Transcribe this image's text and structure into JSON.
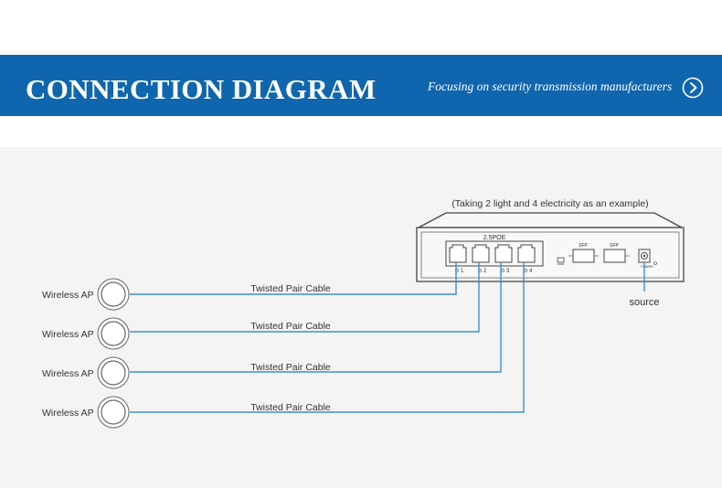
{
  "header": {
    "title": "CONNECTION DIAGRAM",
    "tagline": "Focusing on security transmission manufacturers",
    "accent_color": "#0f66ae",
    "arrow_icon": "chevron-right-circle-icon"
  },
  "diagram": {
    "caption": "(Taking 2 light and 4 electricity as an example)",
    "switch": {
      "port_group_label": "2.5POE",
      "ports": [
        "1",
        "2",
        "3",
        "4"
      ],
      "sfp_labels": [
        "SFP",
        "SFP"
      ],
      "power_label": "POWER"
    },
    "power_source_label": "source",
    "cable_color": "#3b8fd4",
    "devices": [
      {
        "name": "Wireless AP",
        "cable": "Twisted Pair Cable"
      },
      {
        "name": "Wireless AP",
        "cable": "Twisted Pair Cable"
      },
      {
        "name": "Wireless AP",
        "cable": "Twisted Pair Cable"
      },
      {
        "name": "Wireless AP",
        "cable": "Twisted Pair Cable"
      }
    ]
  }
}
